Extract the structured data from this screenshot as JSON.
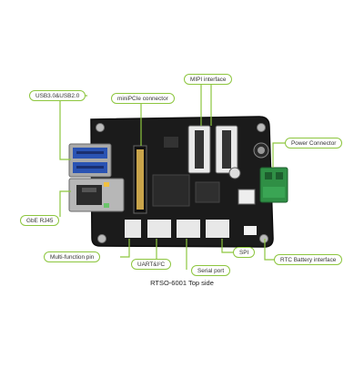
{
  "labels": {
    "usb": "USB3.0&USB2.0",
    "minipcie": "miniPCIe connector",
    "mipi": "MIPI interface",
    "power": "Power Connector",
    "gbe": "GbE RJ45",
    "multifunction": "Multi-function pin",
    "uart": "UART&I²C",
    "serial": "Serial port",
    "spi": "SPI",
    "rtc": "RTC Battery interface"
  },
  "caption": "RTSO-6001 Top side",
  "colors": {
    "callout_border": "#8dc63f",
    "leader_line": "#8dc63f",
    "pcb": "#1b1b1b",
    "pcb_edge": "#0c0c0c",
    "silkscreen": "#e0e0e0",
    "gold_pad": "#c9a44a",
    "rtc_connector": "#e8e8e8",
    "power_connector": "#2f8f45"
  },
  "icons": [
    "usb-port-icon",
    "rj45-port-icon",
    "mipi-connector-icon",
    "terminal-block-icon"
  ]
}
